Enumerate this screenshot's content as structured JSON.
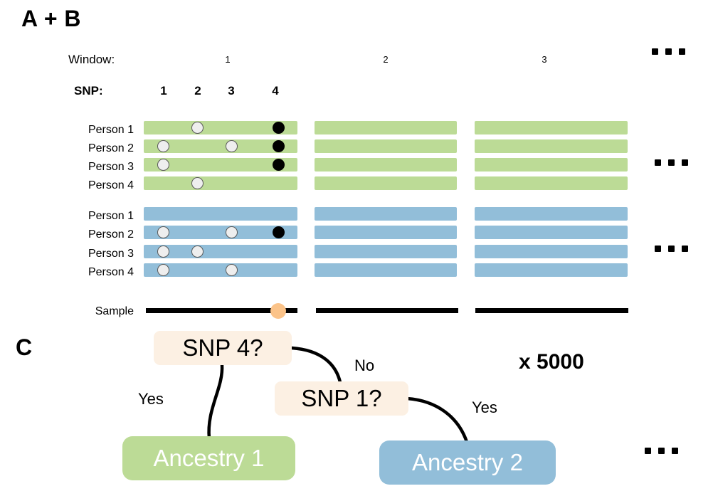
{
  "panels": {
    "ab_letter": "A + B",
    "c_letter": "C"
  },
  "axis": {
    "window_label": "Window:",
    "snp_label": "SNP:",
    "sample_label": "Sample"
  },
  "windows": [
    {
      "number": "1"
    },
    {
      "number": "2"
    },
    {
      "number": "3"
    }
  ],
  "snps": [
    {
      "number": "1"
    },
    {
      "number": "2"
    },
    {
      "number": "3"
    },
    {
      "number": "4"
    }
  ],
  "ellipsis": {
    "window_header": "...",
    "green_group": "...",
    "blue_group": "...",
    "tree": "..."
  },
  "reference_panels": [
    {
      "name": "green-panel",
      "color": "#bcdb96",
      "rows": [
        {
          "label": "Person 1",
          "markers": [
            {
              "snp": 2,
              "allele": "light"
            },
            {
              "snp": 4,
              "allele": "dark"
            }
          ]
        },
        {
          "label": "Person 2",
          "markers": [
            {
              "snp": 1,
              "allele": "light"
            },
            {
              "snp": 3,
              "allele": "light"
            },
            {
              "snp": 4,
              "allele": "dark"
            }
          ]
        },
        {
          "label": "Person 3",
          "markers": [
            {
              "snp": 1,
              "allele": "light"
            },
            {
              "snp": 4,
              "allele": "dark"
            }
          ]
        },
        {
          "label": "Person 4",
          "markers": [
            {
              "snp": 2,
              "allele": "light"
            }
          ]
        }
      ]
    },
    {
      "name": "blue-panel",
      "color": "#92bed9",
      "rows": [
        {
          "label": "Person 1",
          "markers": []
        },
        {
          "label": "Person 2",
          "markers": [
            {
              "snp": 1,
              "allele": "light"
            },
            {
              "snp": 3,
              "allele": "light"
            },
            {
              "snp": 4,
              "allele": "dark"
            }
          ]
        },
        {
          "label": "Person 3",
          "markers": [
            {
              "snp": 1,
              "allele": "light"
            },
            {
              "snp": 2,
              "allele": "light"
            }
          ]
        },
        {
          "label": "Person 4",
          "markers": [
            {
              "snp": 1,
              "allele": "light"
            },
            {
              "snp": 3,
              "allele": "light"
            }
          ]
        }
      ]
    }
  ],
  "sample": {
    "label": "Sample",
    "marker_snp": 4,
    "marker_color": "#fbc389"
  },
  "tree": {
    "nodes": [
      {
        "id": "snp4",
        "type": "question",
        "label": "SNP 4?"
      },
      {
        "id": "snp1",
        "type": "question",
        "label": "SNP 1?"
      },
      {
        "id": "anc1",
        "type": "leaf",
        "label": "Ancestry 1",
        "color": "#bcdb96"
      },
      {
        "id": "anc2",
        "type": "leaf",
        "label": "Ancestry 2",
        "color": "#92bed9"
      }
    ],
    "edges": [
      {
        "from": "snp4",
        "to": "anc1",
        "label": "Yes"
      },
      {
        "from": "snp4",
        "to": "snp1",
        "label": "No"
      },
      {
        "from": "snp1",
        "to": "anc2",
        "label": "Yes"
      }
    ],
    "multiplier": "x 5000"
  },
  "colors": {
    "green": "#bcdb96",
    "blue": "#92bed9",
    "question_box": "#fcf0e3",
    "sample_dot": "#fbc389",
    "marker_light": "#eeeeee",
    "marker_dark": "#000000",
    "background": "#ffffff"
  }
}
